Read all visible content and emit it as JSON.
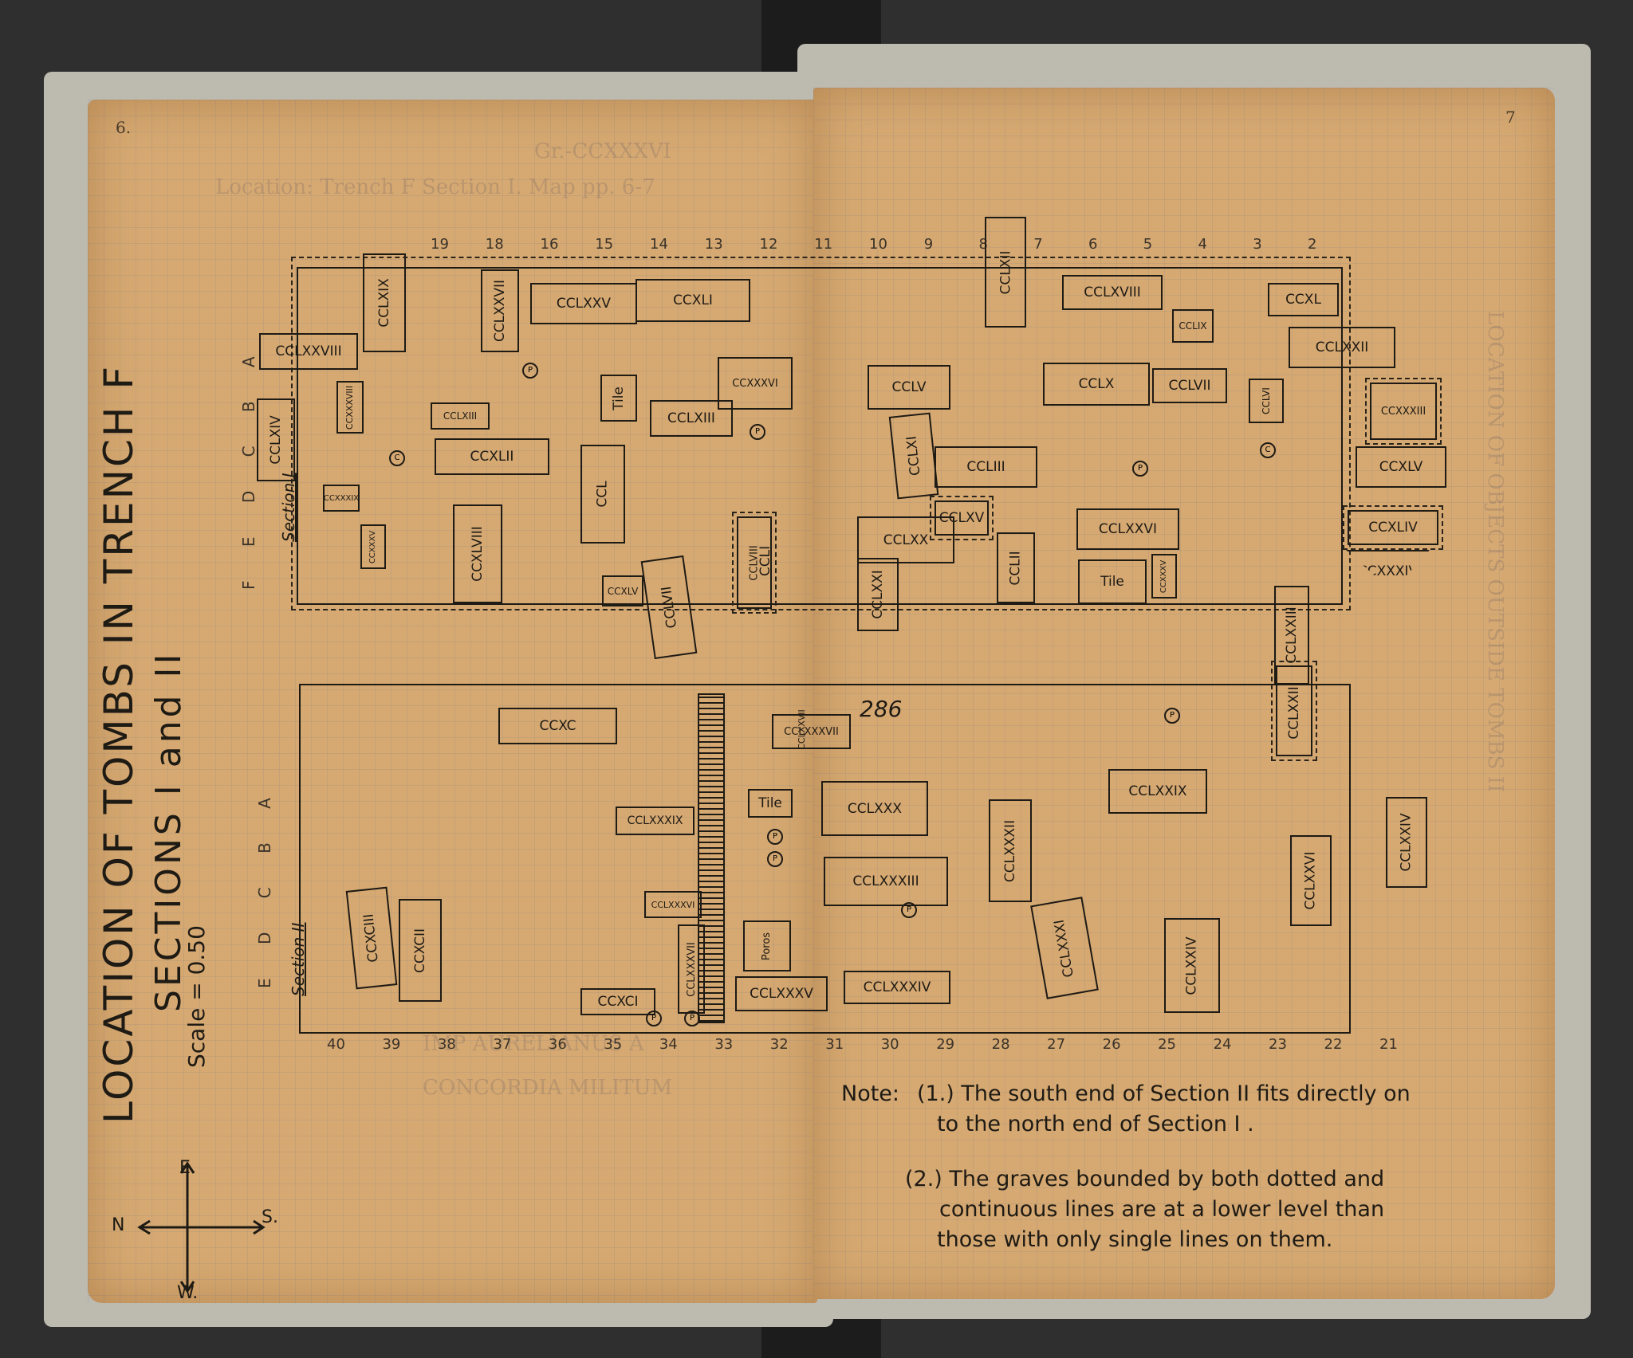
{
  "pages": {
    "left_number": "6.",
    "right_number": "7"
  },
  "title": {
    "line1": "LOCATION OF TOMBS IN TRENCH F",
    "line2": "SECTIONS I and II",
    "scale": "Scale = 0.50"
  },
  "section_labels": {
    "s1": "Section I",
    "s2": "Section II"
  },
  "compass": {
    "n": "N",
    "e": "E.",
    "s": "S.",
    "w": "W."
  },
  "row_letters_upper": "F E D C B A",
  "row_letters_lower": "E D C B A",
  "top_numbers": [
    "19",
    "18",
    "16",
    "15",
    "14",
    "13",
    "12",
    "11",
    "10",
    "9",
    "8",
    "7",
    "6",
    "5",
    "4",
    "3",
    "2"
  ],
  "bottom_numbers": [
    "40",
    "39",
    "38",
    "37",
    "36",
    "35",
    "34",
    "33",
    "32",
    "31",
    "30",
    "29",
    "28",
    "27",
    "26",
    "25",
    "24",
    "23",
    "22",
    "21"
  ],
  "tombs": {
    "t1": "CCLXIX",
    "t2": "CCLXXVIII",
    "t3": "CCLXXVII",
    "t4": "CCLXXV",
    "t5": "CCXLI",
    "t6": "CCLXIV",
    "t7": "CCXXXVIII",
    "t8": "CCLXIII",
    "t9": "CCXLII",
    "t10": "Tile",
    "t11": "CCLXIII",
    "t12": "CCXXXVI",
    "t13": "CCXXXIX",
    "t14": "CCL",
    "t15": "CCXXXV",
    "t16": "CCXLVIII",
    "t17": "CCXLV",
    "t18": "CCLVII",
    "t19": "CCLVIII",
    "t20": "CCLI",
    "t21": "CCLXII",
    "t22": "CCLXVIII",
    "t23": "CCXL",
    "t24": "CCLIX",
    "t25": "CCLXXII",
    "t26": "CCLV",
    "t27": "CCLX",
    "t28": "CCLVII",
    "t29": "CCLVI",
    "t30": "CCXXXIII",
    "t31": "CCLXI",
    "t32": "CCLIII",
    "t33": "CCXLV",
    "t34": "CCLXV",
    "t35": "CCLXX",
    "t36": "CCLXXVI",
    "t37": "CCLII",
    "t38": "CCLXXI",
    "t39": "Tile",
    "t40": "CCXXXV",
    "t41": "CCXLIV",
    "t42": "CCXXXIV",
    "t43": "CCLXXIII",
    "t44": "CCXC",
    "t45": "CCLXXXIX",
    "t46": "CCLXXXVI",
    "t47": "CCXCIII",
    "t48": "CCXCII",
    "t49": "CCXCI",
    "t50": "CCLXXXVII",
    "t51": "CCLXXXVII",
    "t52": "Tile",
    "t53": "Poros",
    "t54": "CCLXXXV",
    "t55": "CCLXXX",
    "t56": "CCLXXXIII",
    "t57": "CCLXXXIV",
    "t58": "CCLXXXII",
    "t59": "CCLXXXI",
    "t60": "CCLXXIX",
    "t61": "CCLXXIV",
    "t62": "CCLXXVI",
    "t63": "CCLXXIV",
    "t64": "CCLXXIII",
    "t65": "CCLXXVII"
  },
  "annotation_286": "286",
  "notes": {
    "label": "Note:",
    "n1_line1": "(1.) The south end of Section II fits directly on",
    "n1_line2": "to the north end of Section I .",
    "n2_line1": "(2.) The graves bounded by both dotted and",
    "n2_line2": "continuous lines are at a lower level than",
    "n2_line3": "those with only single lines on them."
  }
}
